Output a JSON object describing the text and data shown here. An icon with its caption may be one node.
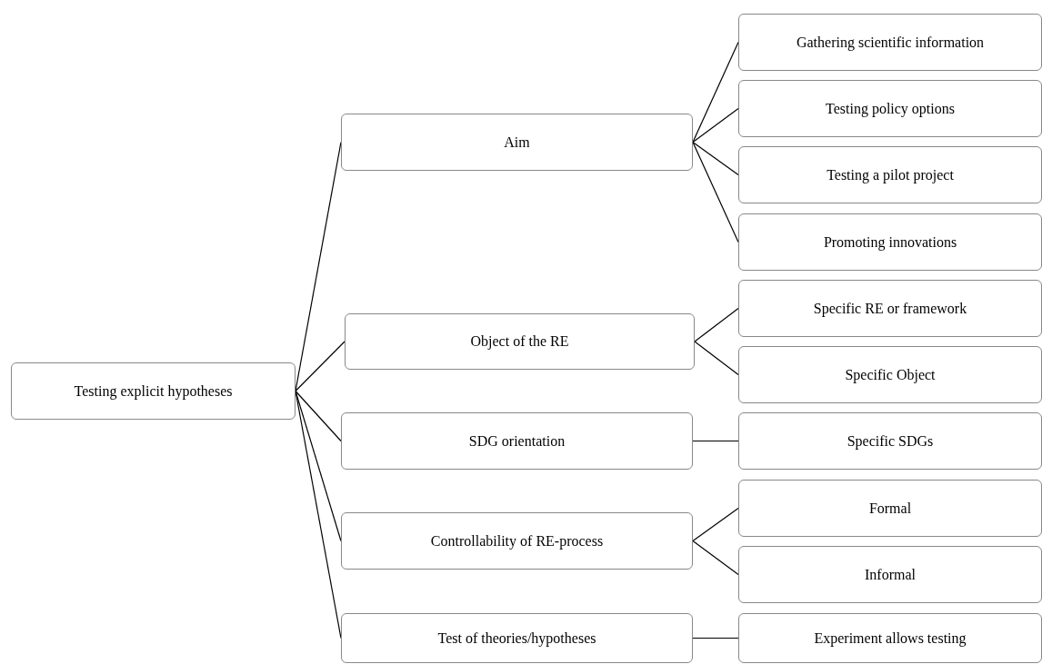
{
  "diagram": {
    "nodes": [
      {
        "text": [
          "Testing explicit hypotheses"
        ]
      },
      {
        "text": [
          "Aim"
        ]
      },
      {
        "text": [
          "Gathering scientific information"
        ]
      },
      {
        "text": [
          "Testing policy options"
        ]
      },
      {
        "text": [
          "Testing a pilot project"
        ]
      },
      {
        "text": [
          "Promoting innovations"
        ]
      },
      {
        "text": [
          "Object of the RE"
        ]
      },
      {
        "text": [
          "Specific RE or framework"
        ]
      },
      {
        "text": [
          "Specific Object"
        ]
      },
      {
        "text": [
          "SDG orientation"
        ]
      },
      {
        "text": [
          "Specific SDGs"
        ]
      },
      {
        "text": [
          "Controllability of RE-process"
        ]
      },
      {
        "text": [
          "Formal"
        ]
      },
      {
        "text": [
          "Informal"
        ]
      },
      {
        "text": [
          "Test of theories/hypotheses"
        ]
      },
      {
        "text": [
          "Experiment allows testing"
        ]
      }
    ],
    "edges": [
      {
        "from": 0,
        "to": 1,
        "arrow": "none"
      },
      {
        "from": 0,
        "to": 6,
        "arrow": "none"
      },
      {
        "from": 0,
        "to": 9,
        "arrow": "none"
      },
      {
        "from": 0,
        "to": 11,
        "arrow": "none"
      },
      {
        "from": 0,
        "to": 14,
        "arrow": "none"
      },
      {
        "from": 1,
        "to": 2,
        "arrow": "none"
      },
      {
        "from": 1,
        "to": 3,
        "arrow": "none"
      },
      {
        "from": 1,
        "to": 4,
        "arrow": "none"
      },
      {
        "from": 1,
        "to": 5,
        "arrow": "none"
      },
      {
        "from": 6,
        "to": 7,
        "arrow": "none"
      },
      {
        "from": 6,
        "to": 8,
        "arrow": "none"
      },
      {
        "from": 9,
        "to": 10,
        "arrow": "none"
      },
      {
        "from": 11,
        "to": 12,
        "arrow": "none"
      },
      {
        "from": 11,
        "to": 13,
        "arrow": "none"
      },
      {
        "from": 14,
        "to": 15,
        "arrow": "none"
      }
    ]
  }
}
